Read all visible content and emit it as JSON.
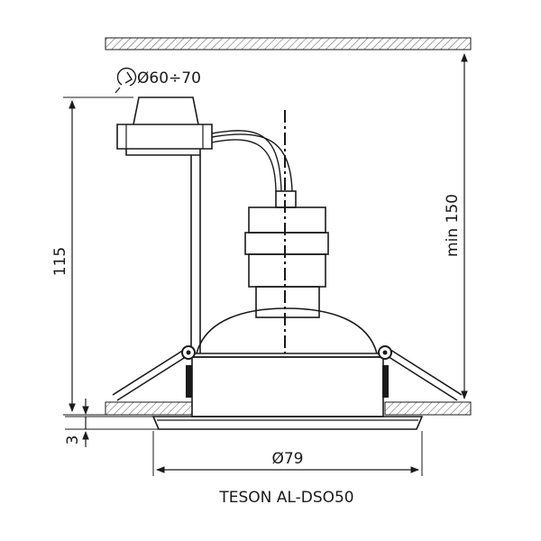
{
  "drawing": {
    "hole_diameter_label": "Ø60÷70",
    "height_label": "115",
    "min_depth_label": "min 150",
    "flange_thickness_label": "3",
    "outer_diameter_label": "Ø79",
    "product_name": "TESON AL-DSO50"
  }
}
